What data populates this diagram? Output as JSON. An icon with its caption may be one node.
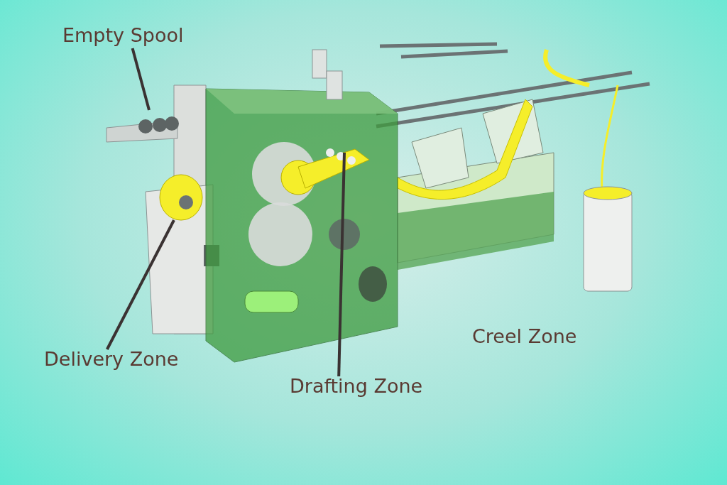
{
  "diagram": {
    "nodes": [
      {
        "text": [
          "Empty Spool"
        ]
      },
      {
        "text": [
          "Delivery Zone"
        ]
      },
      {
        "text": [
          "Drafting Zone"
        ]
      }
    ],
    "edges": [
      {
        "from": 0,
        "to": null,
        "arrow": "none"
      },
      {
        "from": 1,
        "to": null,
        "arrow": "none"
      },
      {
        "from": 2,
        "to": null,
        "arrow": "none"
      }
    ],
    "labels": [
      "Creel Zone"
    ]
  }
}
